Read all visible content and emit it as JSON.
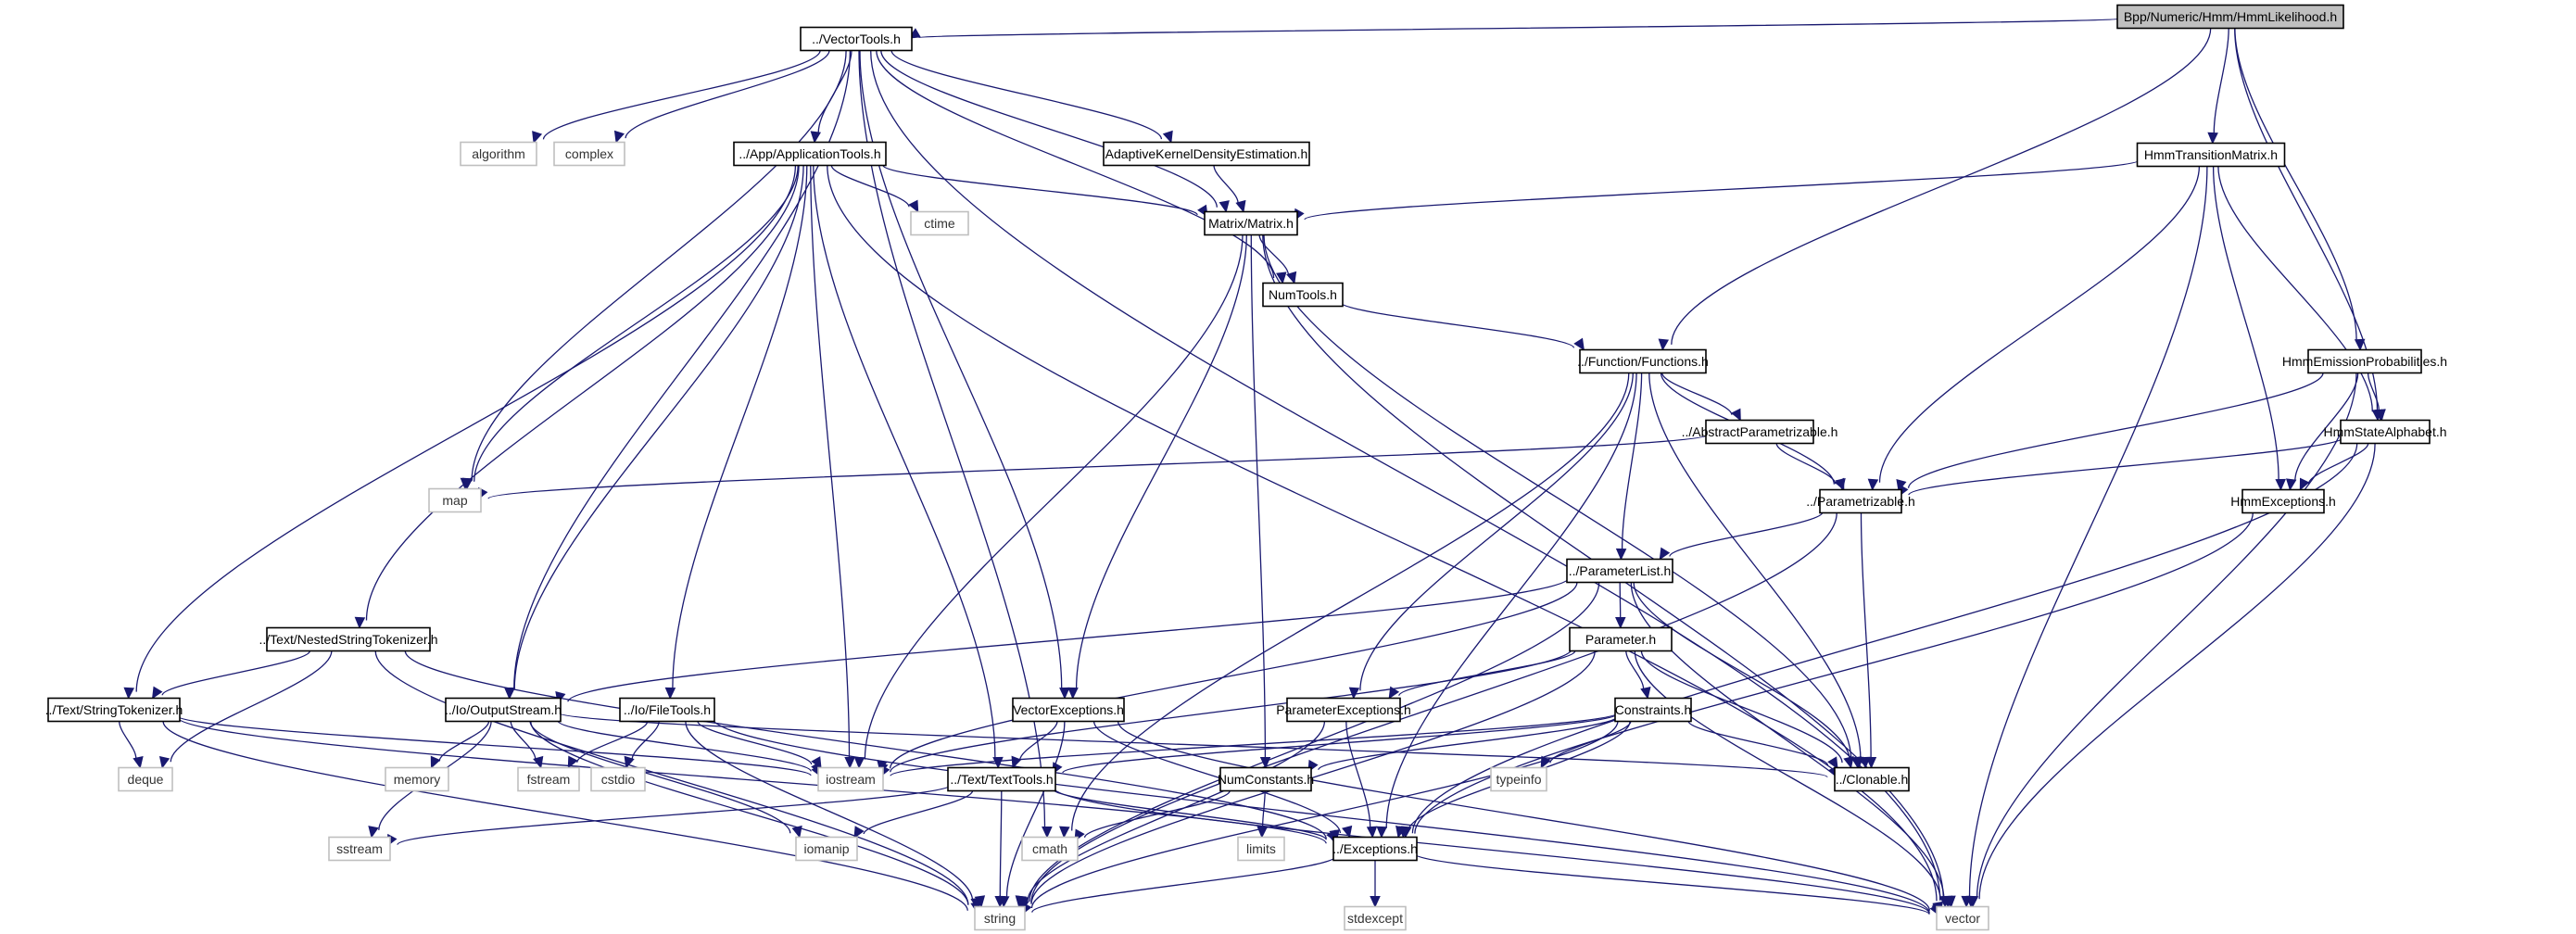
{
  "graph": {
    "title": "Bpp/Numeric/Hmm/HmmLikelihood.h",
    "edge_color": "#191970",
    "root_fill": "#bfbfbf",
    "nodes": [
      {
        "id": "root",
        "label": "Bpp/Numeric/Hmm/HmmLikelihood.h",
        "kind": "root"
      },
      {
        "id": "VectorTools",
        "label": "../VectorTools.h",
        "kind": "project"
      },
      {
        "id": "HmmTransitionMatrix",
        "label": "HmmTransitionMatrix.h",
        "kind": "project"
      },
      {
        "id": "algorithm",
        "label": "algorithm",
        "kind": "system"
      },
      {
        "id": "complex",
        "label": "complex",
        "kind": "system"
      },
      {
        "id": "ApplicationTools",
        "label": "../App/ApplicationTools.h",
        "kind": "project"
      },
      {
        "id": "AKDE",
        "label": "AdaptiveKernelDensityEstimation.h",
        "kind": "project"
      },
      {
        "id": "ctime",
        "label": "ctime",
        "kind": "system"
      },
      {
        "id": "Matrix",
        "label": "Matrix/Matrix.h",
        "kind": "project"
      },
      {
        "id": "NumTools",
        "label": "NumTools.h",
        "kind": "project"
      },
      {
        "id": "Functions",
        "label": "../Function/Functions.h",
        "kind": "project"
      },
      {
        "id": "HmmEmission",
        "label": "HmmEmissionProbabilities.h",
        "kind": "project"
      },
      {
        "id": "AbstractParametrizable",
        "label": "../AbstractParametrizable.h",
        "kind": "project"
      },
      {
        "id": "HmmStateAlphabet",
        "label": "HmmStateAlphabet.h",
        "kind": "project"
      },
      {
        "id": "map",
        "label": "map",
        "kind": "system"
      },
      {
        "id": "Parametrizable",
        "label": "../Parametrizable.h",
        "kind": "project"
      },
      {
        "id": "HmmExceptions",
        "label": "HmmExceptions.h",
        "kind": "project"
      },
      {
        "id": "ParameterList",
        "label": "../ParameterList.h",
        "kind": "project"
      },
      {
        "id": "Parameter",
        "label": "Parameter.h",
        "kind": "project"
      },
      {
        "id": "NestedStringTokenizer",
        "label": "../Text/NestedStringTokenizer.h",
        "kind": "project"
      },
      {
        "id": "StringTokenizer",
        "label": "../Text/StringTokenizer.h",
        "kind": "project"
      },
      {
        "id": "OutputStream",
        "label": "../Io/OutputStream.h",
        "kind": "project"
      },
      {
        "id": "FileTools",
        "label": "../Io/FileTools.h",
        "kind": "project"
      },
      {
        "id": "VectorExceptions",
        "label": "VectorExceptions.h",
        "kind": "project"
      },
      {
        "id": "ParameterExceptions",
        "label": "ParameterExceptions.h",
        "kind": "project"
      },
      {
        "id": "Constraints",
        "label": "Constraints.h",
        "kind": "project"
      },
      {
        "id": "deque",
        "label": "deque",
        "kind": "system"
      },
      {
        "id": "memory",
        "label": "memory",
        "kind": "system"
      },
      {
        "id": "fstream",
        "label": "fstream",
        "kind": "system"
      },
      {
        "id": "cstdio",
        "label": "cstdio",
        "kind": "system"
      },
      {
        "id": "iostream",
        "label": "iostream",
        "kind": "system"
      },
      {
        "id": "TextTools",
        "label": "../Text/TextTools.h",
        "kind": "project"
      },
      {
        "id": "NumConstants",
        "label": "NumConstants.h",
        "kind": "project"
      },
      {
        "id": "typeinfo",
        "label": "typeinfo",
        "kind": "system"
      },
      {
        "id": "Clonable",
        "label": "../Clonable.h",
        "kind": "project"
      },
      {
        "id": "sstream",
        "label": "sstream",
        "kind": "system"
      },
      {
        "id": "iomanip",
        "label": "iomanip",
        "kind": "system"
      },
      {
        "id": "cmath",
        "label": "cmath",
        "kind": "system"
      },
      {
        "id": "limits",
        "label": "limits",
        "kind": "system"
      },
      {
        "id": "Exceptions",
        "label": "../Exceptions.h",
        "kind": "project"
      },
      {
        "id": "string",
        "label": "string",
        "kind": "system"
      },
      {
        "id": "stdexcept",
        "label": "stdexcept",
        "kind": "system"
      },
      {
        "id": "vector",
        "label": "vector",
        "kind": "system"
      }
    ],
    "edges": [
      [
        "root",
        "VectorTools"
      ],
      [
        "root",
        "HmmTransitionMatrix"
      ],
      [
        "root",
        "Functions"
      ],
      [
        "root",
        "HmmEmission"
      ],
      [
        "root",
        "HmmStateAlphabet"
      ],
      [
        "VectorTools",
        "algorithm"
      ],
      [
        "VectorTools",
        "complex"
      ],
      [
        "VectorTools",
        "ApplicationTools"
      ],
      [
        "VectorTools",
        "AKDE"
      ],
      [
        "VectorTools",
        "Matrix"
      ],
      [
        "VectorTools",
        "NumTools"
      ],
      [
        "VectorTools",
        "VectorExceptions"
      ],
      [
        "VectorTools",
        "map"
      ],
      [
        "VectorTools",
        "OutputStream"
      ],
      [
        "VectorTools",
        "cmath"
      ],
      [
        "VectorTools",
        "vector"
      ],
      [
        "HmmTransitionMatrix",
        "Matrix"
      ],
      [
        "HmmTransitionMatrix",
        "Parametrizable"
      ],
      [
        "HmmTransitionMatrix",
        "HmmExceptions"
      ],
      [
        "HmmTransitionMatrix",
        "HmmStateAlphabet"
      ],
      [
        "HmmTransitionMatrix",
        "vector"
      ],
      [
        "ApplicationTools",
        "ctime"
      ],
      [
        "ApplicationTools",
        "Matrix"
      ],
      [
        "ApplicationTools",
        "map"
      ],
      [
        "ApplicationTools",
        "StringTokenizer"
      ],
      [
        "ApplicationTools",
        "NestedStringTokenizer"
      ],
      [
        "ApplicationTools",
        "OutputStream"
      ],
      [
        "ApplicationTools",
        "FileTools"
      ],
      [
        "ApplicationTools",
        "TextTools"
      ],
      [
        "ApplicationTools",
        "iostream"
      ],
      [
        "ApplicationTools",
        "vector"
      ],
      [
        "AKDE",
        "Matrix"
      ],
      [
        "Matrix",
        "NumTools"
      ],
      [
        "Matrix",
        "iostream"
      ],
      [
        "Matrix",
        "VectorExceptions"
      ],
      [
        "Matrix",
        "NumConstants"
      ],
      [
        "Matrix",
        "Clonable"
      ],
      [
        "Matrix",
        "vector"
      ],
      [
        "NumTools",
        "Functions"
      ],
      [
        "Functions",
        "AbstractParametrizable"
      ],
      [
        "Functions",
        "Parametrizable"
      ],
      [
        "Functions",
        "ParameterList"
      ],
      [
        "Functions",
        "ParameterExceptions"
      ],
      [
        "Functions",
        "Clonable"
      ],
      [
        "Functions",
        "cmath"
      ],
      [
        "Functions",
        "Exceptions"
      ],
      [
        "HmmEmission",
        "Parametrizable"
      ],
      [
        "HmmEmission",
        "HmmStateAlphabet"
      ],
      [
        "HmmEmission",
        "HmmExceptions"
      ],
      [
        "HmmEmission",
        "vector"
      ],
      [
        "AbstractParametrizable",
        "Parametrizable"
      ],
      [
        "AbstractParametrizable",
        "map"
      ],
      [
        "HmmStateAlphabet",
        "Parametrizable"
      ],
      [
        "HmmStateAlphabet",
        "HmmExceptions"
      ],
      [
        "HmmStateAlphabet",
        "Exceptions"
      ],
      [
        "HmmStateAlphabet",
        "vector"
      ],
      [
        "Parametrizable",
        "ParameterList"
      ],
      [
        "Parametrizable",
        "Clonable"
      ],
      [
        "Parametrizable",
        "string"
      ],
      [
        "HmmExceptions",
        "Exceptions"
      ],
      [
        "ParameterList",
        "Parameter"
      ],
      [
        "ParameterList",
        "OutputStream"
      ],
      [
        "ParameterList",
        "iostream"
      ],
      [
        "ParameterList",
        "Clonable"
      ],
      [
        "ParameterList",
        "string"
      ],
      [
        "ParameterList",
        "vector"
      ],
      [
        "Parameter",
        "Constraints"
      ],
      [
        "Parameter",
        "ParameterExceptions"
      ],
      [
        "Parameter",
        "iostream"
      ],
      [
        "Parameter",
        "Clonable"
      ],
      [
        "Parameter",
        "string"
      ],
      [
        "Parameter",
        "vector"
      ],
      [
        "NestedStringTokenizer",
        "StringTokenizer"
      ],
      [
        "NestedStringTokenizer",
        "deque"
      ],
      [
        "NestedStringTokenizer",
        "string"
      ],
      [
        "NestedStringTokenizer",
        "Exceptions"
      ],
      [
        "StringTokenizer",
        "deque"
      ],
      [
        "StringTokenizer",
        "iostream"
      ],
      [
        "StringTokenizer",
        "string"
      ],
      [
        "StringTokenizer",
        "Exceptions"
      ],
      [
        "OutputStream",
        "memory"
      ],
      [
        "OutputStream",
        "fstream"
      ],
      [
        "OutputStream",
        "sstream"
      ],
      [
        "OutputStream",
        "iostream"
      ],
      [
        "OutputStream",
        "iomanip"
      ],
      [
        "OutputStream",
        "string"
      ],
      [
        "OutputStream",
        "Clonable"
      ],
      [
        "FileTools",
        "cstdio"
      ],
      [
        "FileTools",
        "fstream"
      ],
      [
        "FileTools",
        "iostream"
      ],
      [
        "FileTools",
        "string"
      ],
      [
        "FileTools",
        "vector"
      ],
      [
        "VectorExceptions",
        "TextTools"
      ],
      [
        "VectorExceptions",
        "Exceptions"
      ],
      [
        "VectorExceptions",
        "string"
      ],
      [
        "VectorExceptions",
        "vector"
      ],
      [
        "ParameterExceptions",
        "Exceptions"
      ],
      [
        "ParameterExceptions",
        "string"
      ],
      [
        "Constraints",
        "typeinfo"
      ],
      [
        "Constraints",
        "Clonable"
      ],
      [
        "Constraints",
        "NumConstants"
      ],
      [
        "Constraints",
        "TextTools"
      ],
      [
        "Constraints",
        "iostream"
      ],
      [
        "Constraints",
        "Exceptions"
      ],
      [
        "Constraints",
        "string"
      ],
      [
        "TextTools",
        "iomanip"
      ],
      [
        "TextTools",
        "sstream"
      ],
      [
        "TextTools",
        "string"
      ],
      [
        "TextTools",
        "Exceptions"
      ],
      [
        "TextTools",
        "vector"
      ],
      [
        "NumConstants",
        "cmath"
      ],
      [
        "NumConstants",
        "limits"
      ],
      [
        "Exceptions",
        "stdexcept"
      ],
      [
        "Exceptions",
        "string"
      ],
      [
        "Exceptions",
        "vector"
      ]
    ]
  }
}
